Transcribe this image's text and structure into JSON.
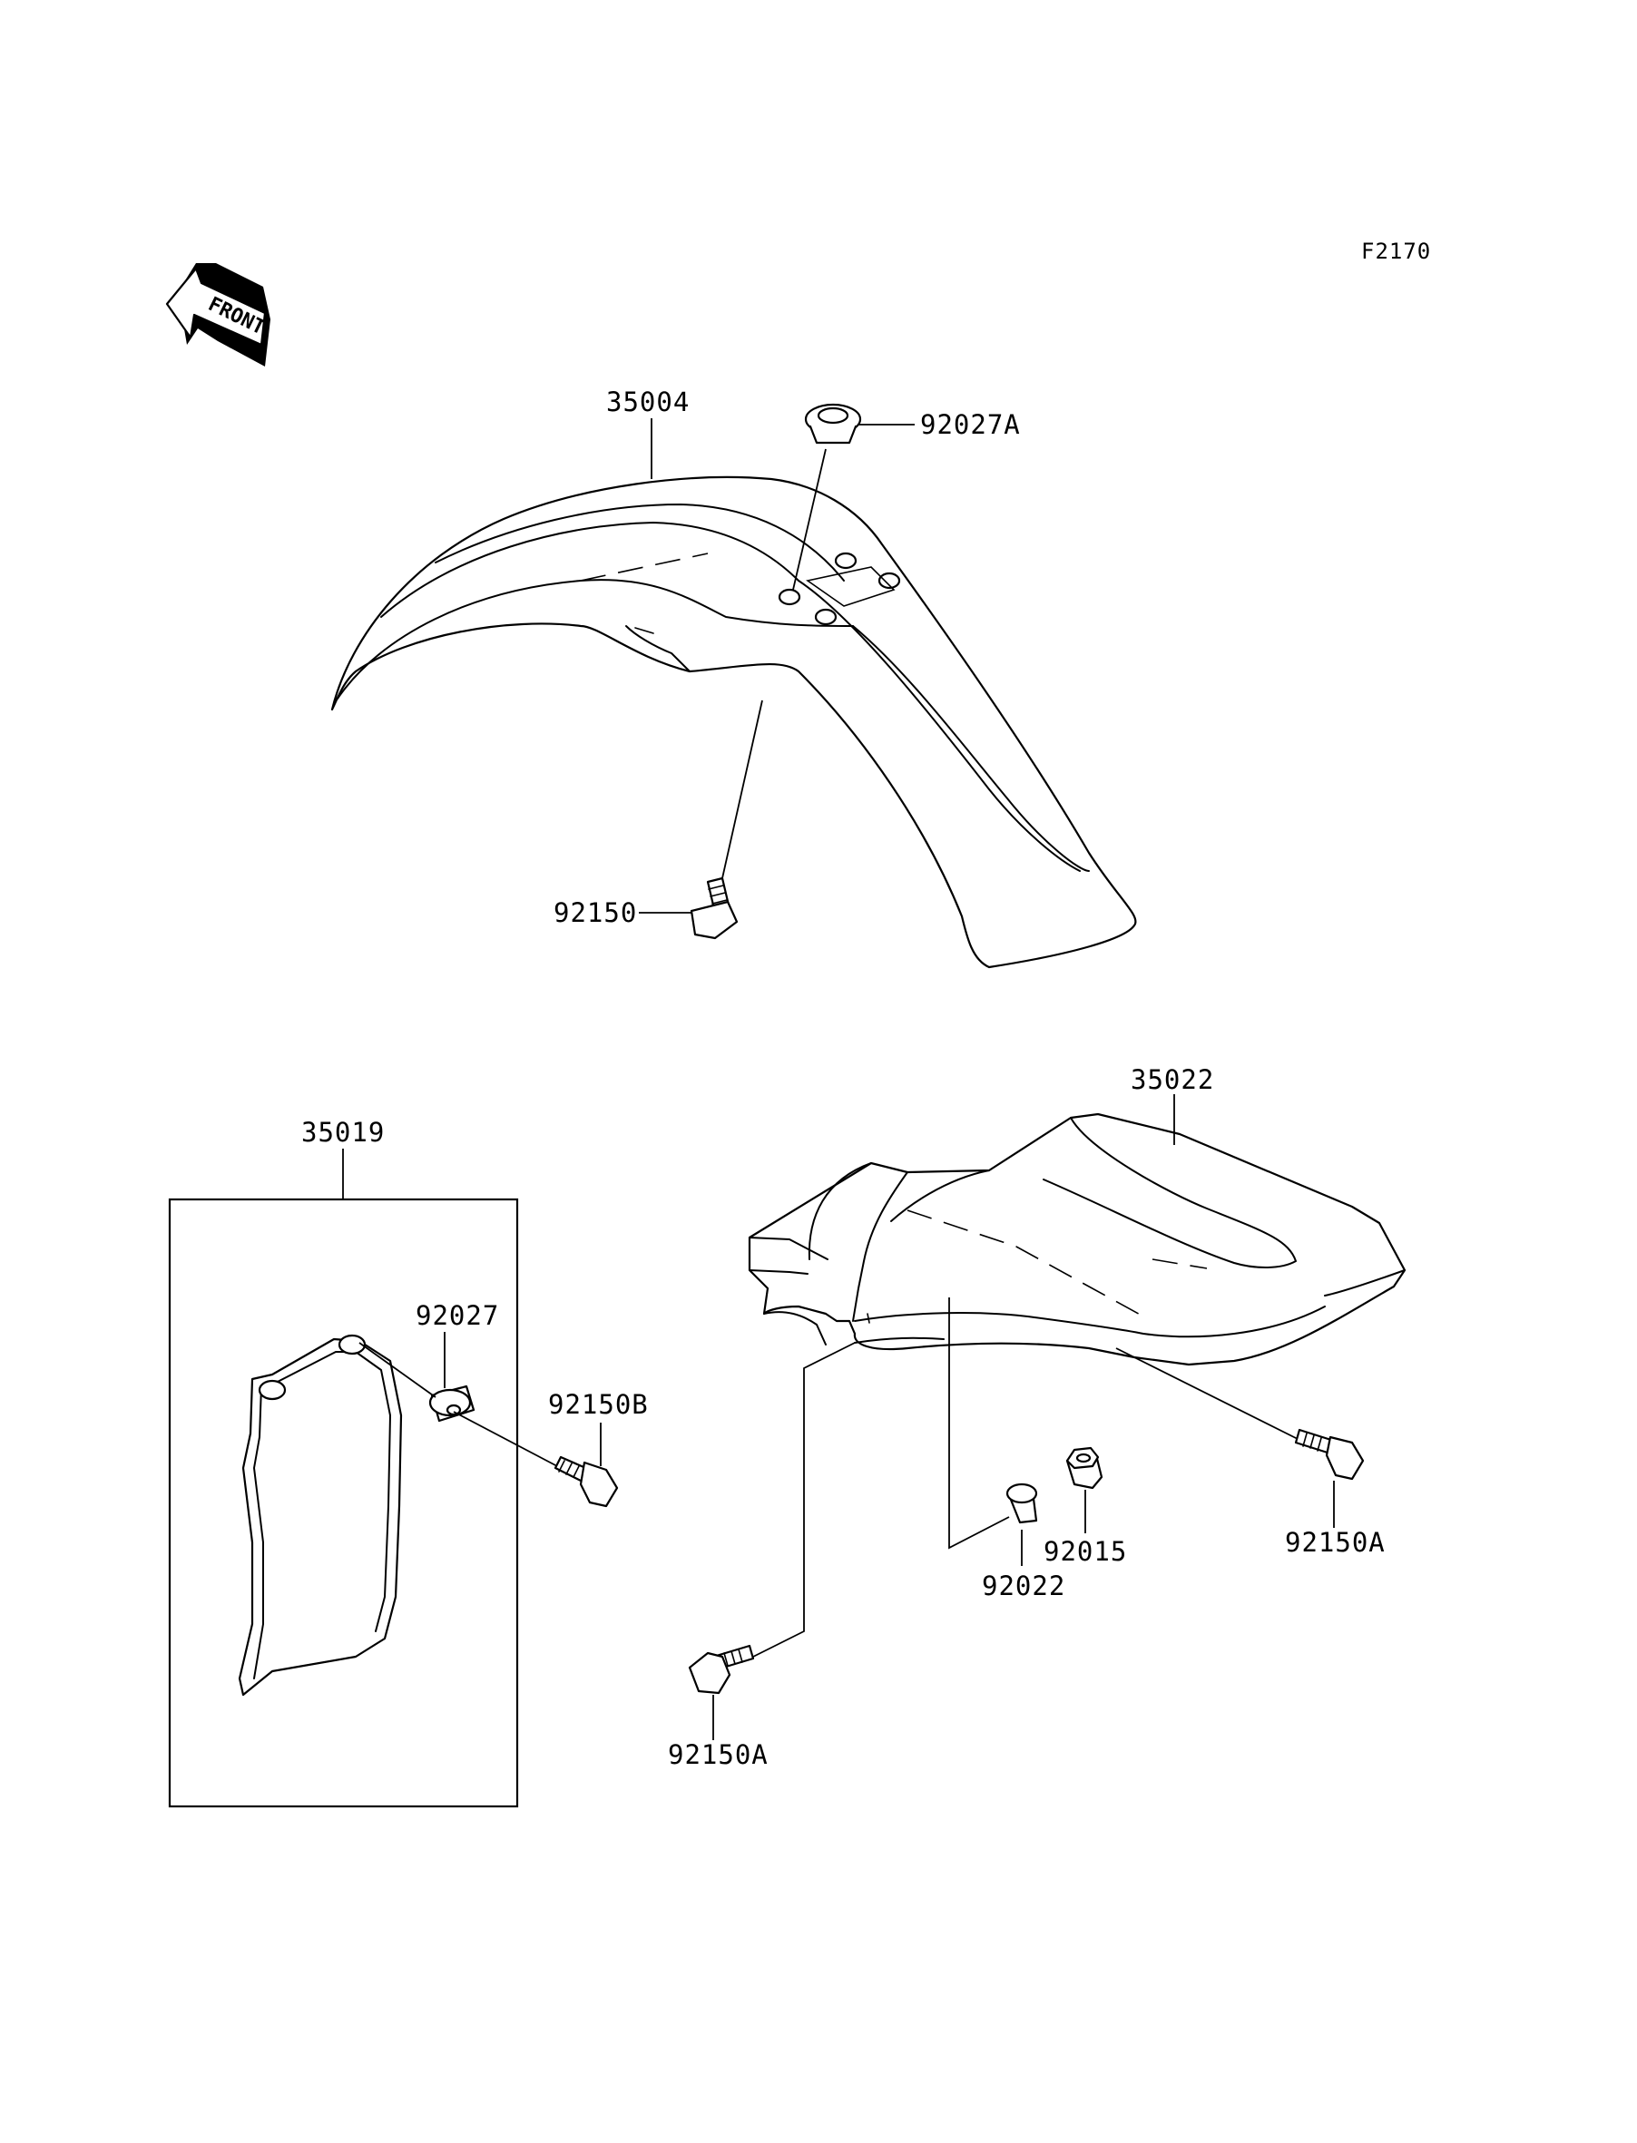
{
  "figure_code": "F2170",
  "front_arrow_text": "FRONT",
  "labels": {
    "front_fender": "35004",
    "front_grommet": "92027A",
    "front_bolt": "92150",
    "rear_fender": "35022",
    "mud_guard": "35019",
    "guard_grommet": "92027",
    "guard_bolt": "92150B",
    "rear_bolt_right": "92150A",
    "rear_bolt_left": "92150A",
    "rear_collar": "92022",
    "rear_nut": "92015"
  }
}
